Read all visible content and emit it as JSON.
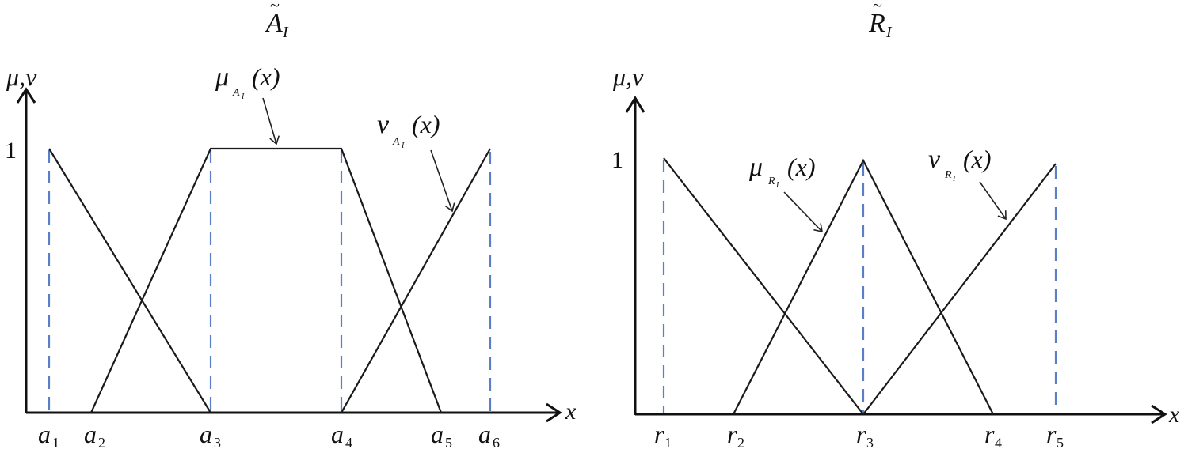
{
  "colors": {
    "curve": "#1a1a1a",
    "dashed_guides": "#5b7fc7",
    "background": "#ffffff"
  },
  "left_plot": {
    "title": "Ã_I",
    "title_base": "A",
    "title_sub": "I",
    "y_axis_label": "μ,ν",
    "x_axis_label": "x",
    "y_tick_one": "1",
    "x_ticks": [
      {
        "base": "a",
        "sub": "1"
      },
      {
        "base": "a",
        "sub": "2"
      },
      {
        "base": "a",
        "sub": "3"
      },
      {
        "base": "a",
        "sub": "4"
      },
      {
        "base": "a",
        "sub": "5"
      },
      {
        "base": "a",
        "sub": "6"
      }
    ],
    "annotations": {
      "mu": {
        "symbol": "μ",
        "sub": "Ã_I",
        "sub_base": "A",
        "sub_index": "I",
        "arg": "(x)"
      },
      "nu": {
        "symbol": "ν",
        "sub": "Ã_I",
        "sub_base": "A",
        "sub_index": "I",
        "arg": "(x)"
      }
    }
  },
  "right_plot": {
    "title": "R̃_I",
    "title_base": "R",
    "title_sub": "I",
    "y_axis_label": "μ,ν",
    "x_axis_label": "x",
    "y_tick_one": "1",
    "x_ticks": [
      {
        "base": "r",
        "sub": "1"
      },
      {
        "base": "r",
        "sub": "2"
      },
      {
        "base": "r",
        "sub": "3"
      },
      {
        "base": "r",
        "sub": "4"
      },
      {
        "base": "r",
        "sub": "5"
      }
    ],
    "annotations": {
      "mu": {
        "symbol": "μ",
        "sub": "R̃_I",
        "sub_base": "R",
        "sub_index": "I",
        "arg": "(x)"
      },
      "nu": {
        "symbol": "ν",
        "sub": "R̃_I",
        "sub_base": "R",
        "sub_index": "I",
        "arg": "(x)"
      }
    }
  },
  "chart_data": [
    {
      "type": "line",
      "title": "Ã_I (trapezoidal intuitionistic fuzzy number)",
      "xlabel": "x",
      "ylabel": "μ,ν",
      "x_ticks": [
        "a1",
        "a2",
        "a3",
        "a4",
        "a5",
        "a6"
      ],
      "ylim": [
        0,
        1
      ],
      "grid": false,
      "series": [
        {
          "name": "μ_Ã_I(x)",
          "points": [
            [
              "a2",
              0
            ],
            [
              "a3",
              1
            ],
            [
              "a4",
              1
            ],
            [
              "a5",
              0
            ]
          ]
        },
        {
          "name": "ν_Ã_I(x)",
          "points": [
            [
              "a1",
              1
            ],
            [
              "a3",
              0
            ],
            [
              "a4",
              0
            ],
            [
              "a6",
              1
            ]
          ]
        }
      ],
      "guides": "dashed vertical lines at a1, a3, a4, a6 from 0 to 1"
    },
    {
      "type": "line",
      "title": "R̃_I (triangular intuitionistic fuzzy number)",
      "xlabel": "x",
      "ylabel": "μ,ν",
      "x_ticks": [
        "r1",
        "r2",
        "r3",
        "r4",
        "r5"
      ],
      "ylim": [
        0,
        1
      ],
      "grid": false,
      "series": [
        {
          "name": "μ_R̃_I(x)",
          "points": [
            [
              "r2",
              0
            ],
            [
              "r3",
              1
            ],
            [
              "r4",
              0
            ]
          ]
        },
        {
          "name": "ν_R̃_I(x)",
          "points": [
            [
              "r1",
              1
            ],
            [
              "r3",
              0
            ],
            [
              "r5",
              1
            ]
          ]
        }
      ],
      "guides": "dashed vertical lines at r1, r3, r5 from 0 to 1"
    }
  ]
}
